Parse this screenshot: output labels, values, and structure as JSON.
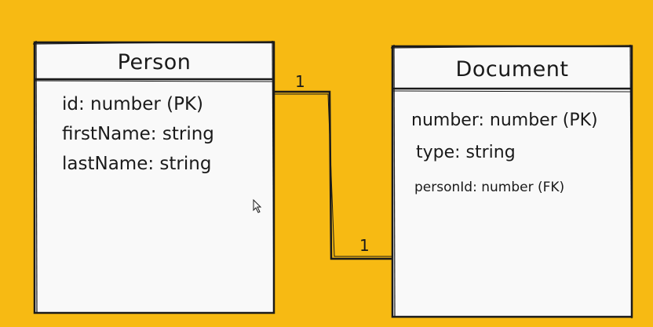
{
  "diagram": {
    "colors": {
      "background": "#F7BA13",
      "box_fill": "#F9F9F9",
      "stroke": "#1A1A1A"
    },
    "entities": [
      {
        "name": "Person",
        "fields": [
          "id: number (PK)",
          "firstName: string",
          "lastName: string"
        ]
      },
      {
        "name": "Document",
        "fields": [
          "number: number (PK)",
          "type: string",
          "personId: number (FK)"
        ]
      }
    ],
    "relationship": {
      "from_cardinality": "1",
      "to_cardinality": "1"
    },
    "cursor_icon": "pointer-arrow-icon"
  }
}
